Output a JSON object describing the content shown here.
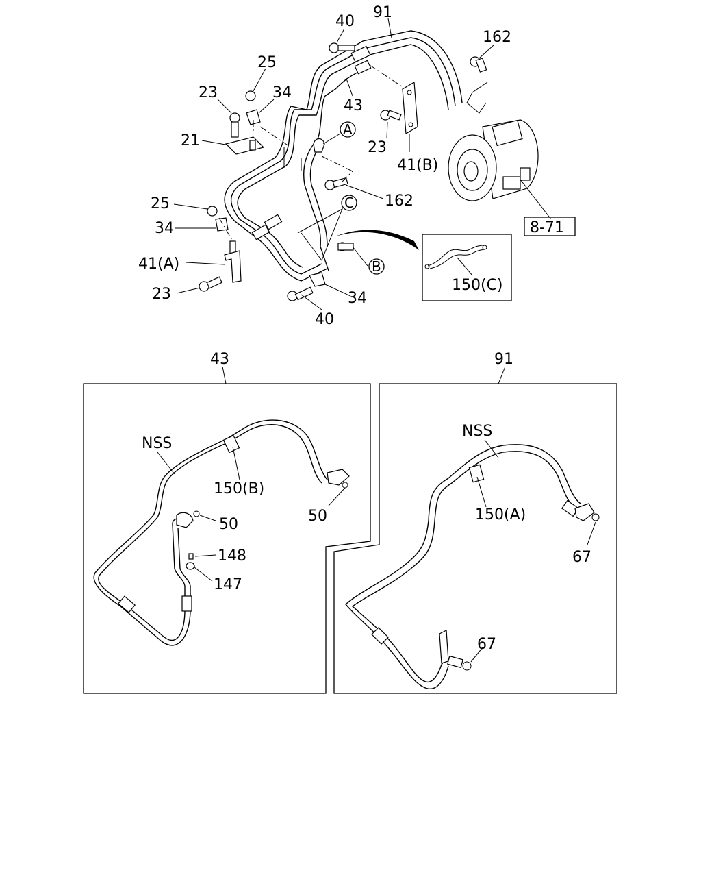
{
  "callouts": {
    "c40_top": "40",
    "c91_top": "91",
    "c162_top": "162",
    "c25_top": "25",
    "c34_top": "34",
    "c23_top": "23",
    "c43_top": "43",
    "c21": "21",
    "cA": "A",
    "c23_mid": "23",
    "c41B": "41(B)",
    "c162_mid": "162",
    "c25_left": "25",
    "cC": "C",
    "c34_left": "34",
    "c41A": "41(A)",
    "cB": "B",
    "c23_bot": "23",
    "c34_bot": "34",
    "c40_bot": "40",
    "c150C": "150(C)",
    "c871": "8-71"
  },
  "panel43": {
    "title": "43",
    "nss": "NSS",
    "c150B": "150(B)",
    "c50_a": "50",
    "c50_b": "50",
    "c148": "148",
    "c147": "147"
  },
  "panel91": {
    "title": "91",
    "nss": "NSS",
    "c150A": "150(A)",
    "c67_a": "67",
    "c67_b": "67"
  }
}
